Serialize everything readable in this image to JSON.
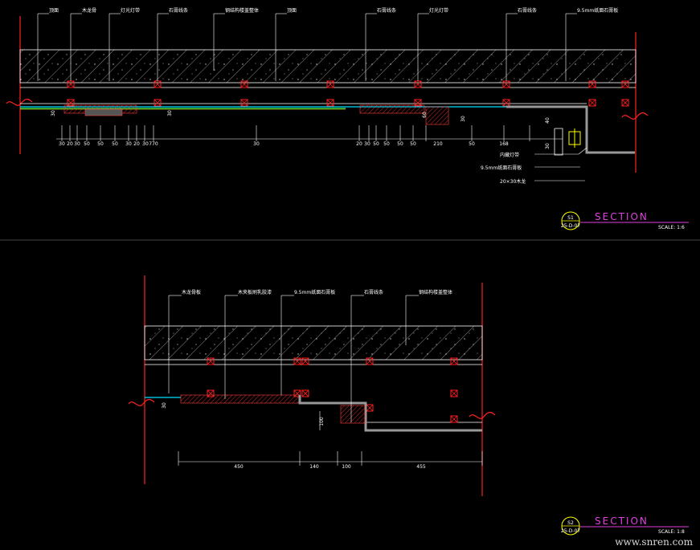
{
  "section1": {
    "callouts": [
      "顶面",
      "木龙骨",
      "灯光灯带",
      "石膏线条",
      "钢结构楼盖整体",
      "顶面",
      "石膏线条",
      "灯光灯带",
      "石膏线条",
      "9.5mm纸面石膏板"
    ],
    "dims": [
      "30",
      "20",
      "30",
      "50",
      "50",
      "50",
      "30",
      "20",
      "30",
      "770",
      "30",
      "20",
      "30",
      "50",
      "50",
      "50",
      "50",
      "210",
      "50",
      "168"
    ],
    "vdims": [
      "30",
      "30",
      "60",
      "30",
      "40",
      "30"
    ],
    "side_notes": [
      "内藏灯带",
      "9.5mm纸面石膏板",
      "20×30木龙"
    ],
    "tag_number": "S1",
    "tag_sheet": "25-D-07",
    "title": "SECTION",
    "scale": "SCALE: 1:6"
  },
  "section2": {
    "callouts": [
      "木龙骨板",
      "木夹板刷乳胶漆",
      "9.5mm纸面石膏板",
      "石膏线条",
      "钢结构楼盖整体"
    ],
    "dims": [
      "450",
      "140",
      "100",
      "455"
    ],
    "vdims": [
      "30",
      "100"
    ],
    "tag_number": "S2",
    "tag_sheet": "25-D-07",
    "title": "SECTION",
    "scale": "SCALE: 1:8"
  },
  "watermark": "www.snren.com",
  "colors": {
    "background": "#000000",
    "line_white": "#ffffff",
    "line_red": "#ff2020",
    "line_cyan": "#00e0ff",
    "line_green": "#30ff60",
    "title_magenta": "#e040e0",
    "tag_yellow": "#ffff00"
  }
}
